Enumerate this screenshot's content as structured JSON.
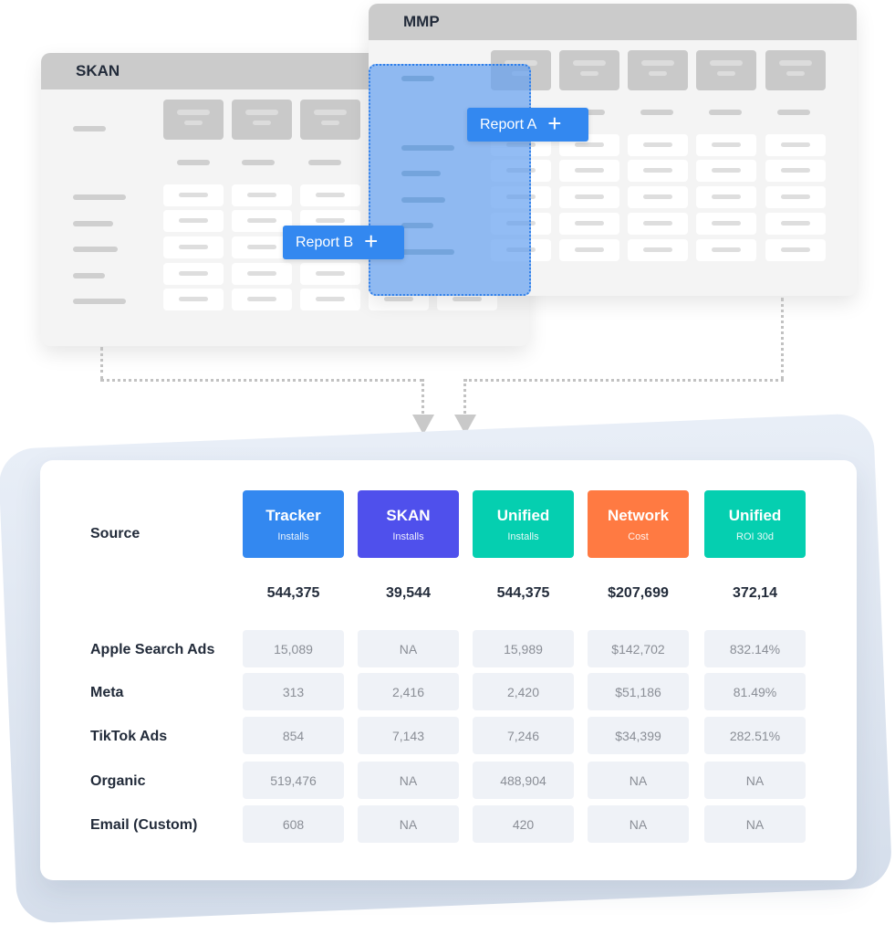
{
  "skan_window": {
    "title": "SKAN"
  },
  "mmp_window": {
    "title": "MMP"
  },
  "report_a": {
    "label": "Report A",
    "icon": "plus-icon"
  },
  "report_b": {
    "label": "Report B",
    "icon": "plus-icon"
  },
  "table": {
    "source_label": "Source",
    "columns": [
      {
        "title": "Tracker",
        "subtitle": "Installs",
        "color": "#3388f0",
        "total": "544,375"
      },
      {
        "title": "SKAN",
        "subtitle": "Installs",
        "color": "#4f50ec",
        "total": "39,544"
      },
      {
        "title": "Unified",
        "subtitle": "Installs",
        "color": "#05cfb0",
        "total": "544,375"
      },
      {
        "title": "Network",
        "subtitle": "Cost",
        "color": "#ff7a42",
        "total": "$207,699"
      },
      {
        "title": "Unified",
        "subtitle": "ROI 30d",
        "color": "#05cfb0",
        "total": "372,14"
      }
    ],
    "rows": [
      {
        "source": "Apple Search Ads",
        "values": [
          "15,089",
          "NA",
          "15,989",
          "$142,702",
          "832.14%"
        ]
      },
      {
        "source": "Meta",
        "values": [
          "313",
          "2,416",
          "2,420",
          "$51,186",
          "81.49%"
        ]
      },
      {
        "source": "TikTok Ads",
        "values": [
          "854",
          "7,143",
          "7,246",
          "$34,399",
          "282.51%"
        ]
      },
      {
        "source": "Organic",
        "values": [
          "519,476",
          "NA",
          "488,904",
          "NA",
          "NA"
        ]
      },
      {
        "source": "Email (Custom)",
        "values": [
          "608",
          "NA",
          "420",
          "NA",
          "NA"
        ]
      }
    ]
  }
}
